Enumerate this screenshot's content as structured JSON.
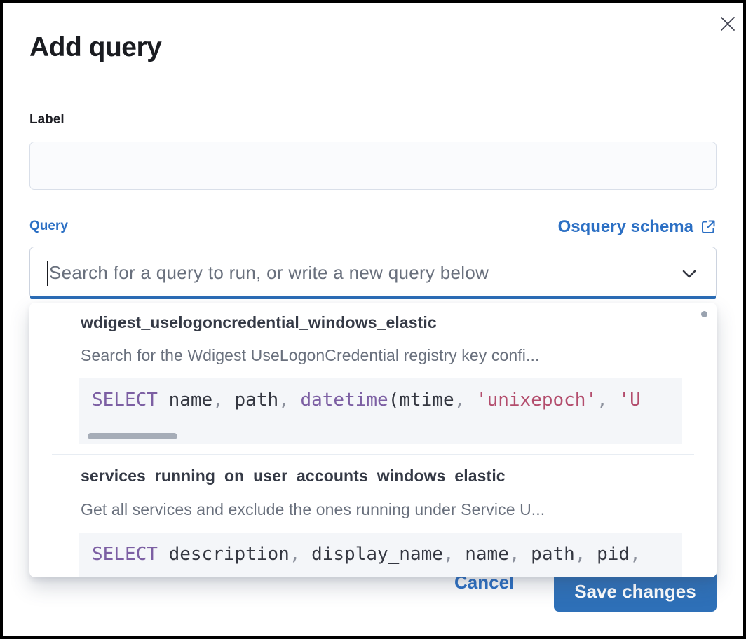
{
  "modal": {
    "title": "Add query"
  },
  "label_field": {
    "label": "Label",
    "value": "",
    "placeholder": ""
  },
  "query_field": {
    "label": "Query",
    "schema_link_label": "Osquery schema",
    "value": "",
    "placeholder": "Search for a query to run, or write a new query below"
  },
  "dropdown": {
    "options": [
      {
        "title": "wdigest_uselogoncredential_windows_elastic",
        "description": "Search for the Wdigest UseLogonCredential registry key confi...",
        "code_tokens": [
          {
            "t": "keyword",
            "x": "SELECT"
          },
          {
            "t": "plain",
            "x": " name"
          },
          {
            "t": "punct",
            "x": ", "
          },
          {
            "t": "plain",
            "x": "path"
          },
          {
            "t": "punct",
            "x": ", "
          },
          {
            "t": "keyword",
            "x": "datetime"
          },
          {
            "t": "plain",
            "x": "(mtime"
          },
          {
            "t": "punct",
            "x": ", "
          },
          {
            "t": "string",
            "x": "'unixepoch'"
          },
          {
            "t": "punct",
            "x": ", "
          },
          {
            "t": "string",
            "x": "'U"
          }
        ]
      },
      {
        "title": "services_running_on_user_accounts_windows_elastic",
        "description": "Get all services and exclude the ones running under Service U...",
        "code_tokens": [
          {
            "t": "keyword",
            "x": "SELECT"
          },
          {
            "t": "plain",
            "x": " description"
          },
          {
            "t": "punct",
            "x": ", "
          },
          {
            "t": "plain",
            "x": "display_name"
          },
          {
            "t": "punct",
            "x": ", "
          },
          {
            "t": "plain",
            "x": "name"
          },
          {
            "t": "punct",
            "x": ", "
          },
          {
            "t": "plain",
            "x": "path"
          },
          {
            "t": "punct",
            "x": ", "
          },
          {
            "t": "plain",
            "x": "pid"
          },
          {
            "t": "punct",
            "x": ","
          }
        ]
      }
    ]
  },
  "footer": {
    "cancel_label": "Cancel",
    "save_label": "Save changes"
  },
  "colors": {
    "link_blue": "#2b6fc4",
    "button_blue": "#2e70b8",
    "focus_underline": "#2b6cb5",
    "code_keyword": "#7c5fa3",
    "code_string": "#b34d6d",
    "code_plain": "#343741",
    "title_text": "#1a1c21",
    "muted_text": "#69707d",
    "code_background": "#f4f6f9"
  }
}
